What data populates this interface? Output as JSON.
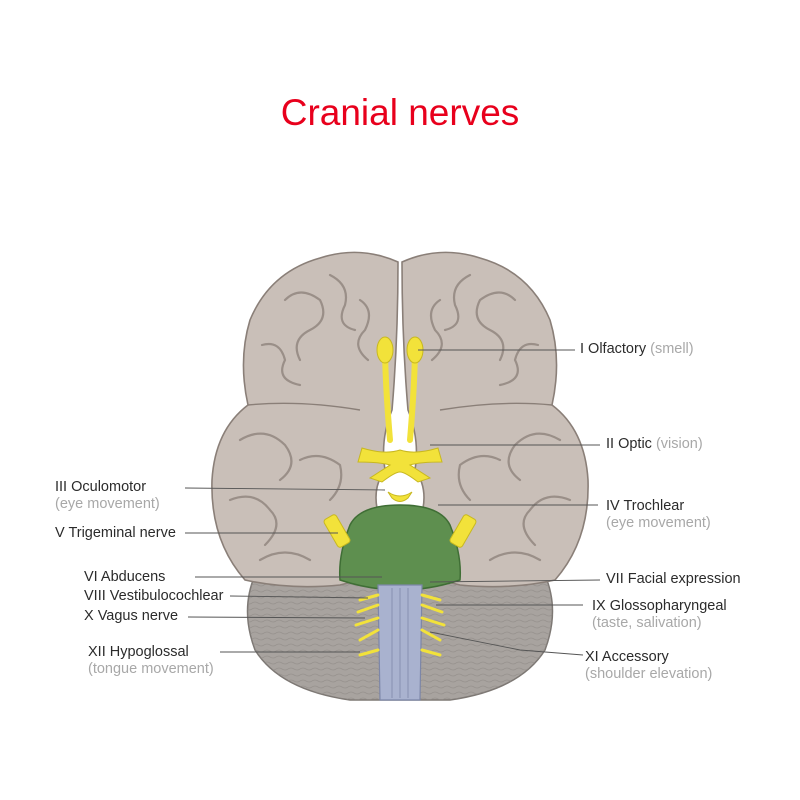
{
  "title": "Cranial nerves",
  "colors": {
    "title": "#e8001c",
    "brain": "#c9bfb8",
    "brain_dark": "#a59a92",
    "nerve": "#f2e23a",
    "pons": "#5e8f4f",
    "medulla": "#a9b2cf",
    "cerebellum": "#a8a39f"
  },
  "labels_left": [
    {
      "name": "III Oculomotor",
      "sub": "(eye movement)"
    },
    {
      "name": "V Trigeminal nerve",
      "sub": ""
    },
    {
      "name": "VI Abducens",
      "sub": ""
    },
    {
      "name": "VIII Vestibulocochlear",
      "sub": ""
    },
    {
      "name": "X Vagus nerve",
      "sub": ""
    },
    {
      "name": "XII Hypoglossal",
      "sub": "(tongue movement)"
    }
  ],
  "labels_right": [
    {
      "name": "I Olfactory",
      "sub": "(smell)"
    },
    {
      "name": "II Optic",
      "sub": "(vision)"
    },
    {
      "name": "IV Trochlear",
      "sub": "(eye movement)"
    },
    {
      "name": "VII Facial expression",
      "sub": ""
    },
    {
      "name": "IX Glossopharyngeal",
      "sub": "(taste, salivation)"
    },
    {
      "name": "XI Accessory",
      "sub": "(shoulder elevation)"
    }
  ]
}
